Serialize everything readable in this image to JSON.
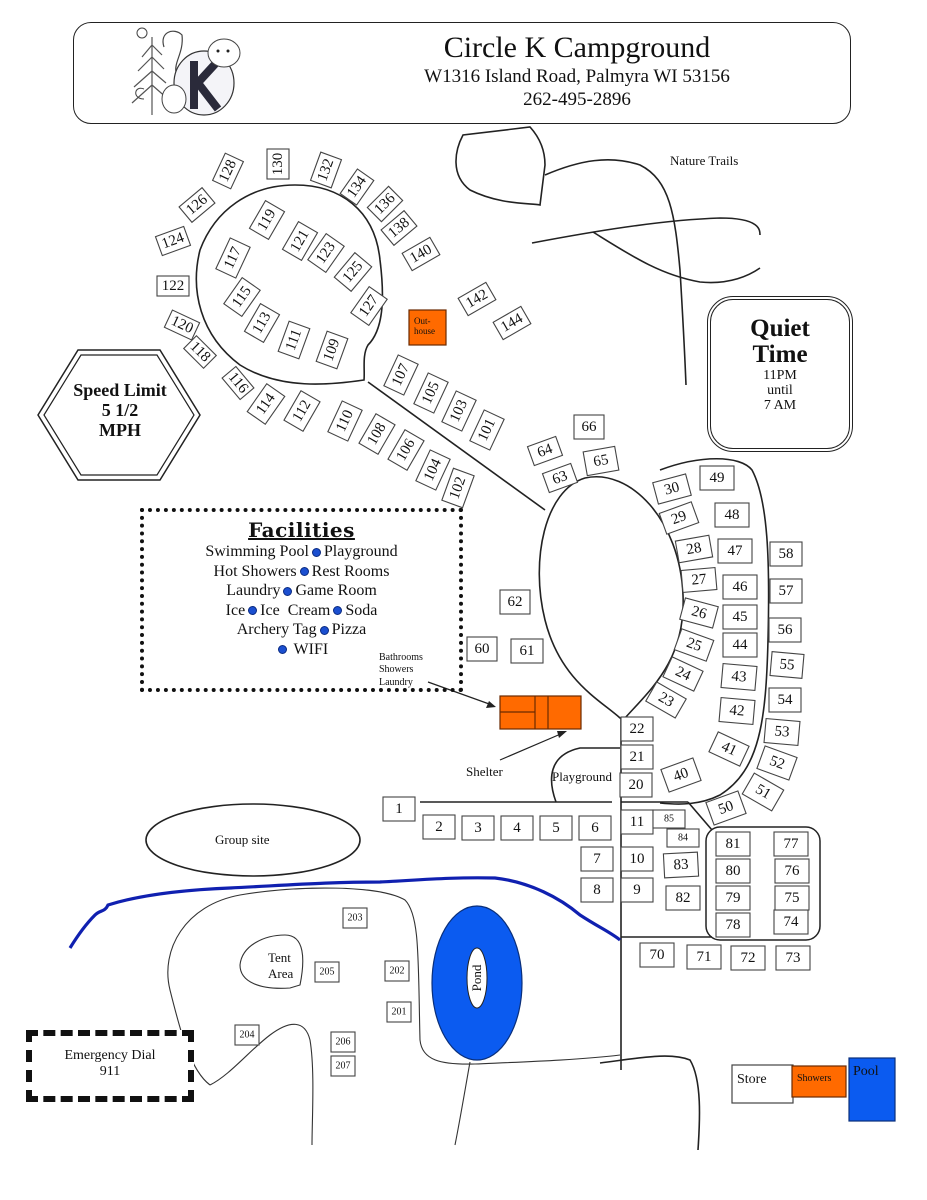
{
  "header": {
    "title": "Circle K Campground",
    "address": "W1316 Island Road, Palmyra WI 53156",
    "phone": "262-495-2896",
    "logo_icon": "circle-k-bear-moose-logo"
  },
  "speed_limit": {
    "line1": "Speed Limit",
    "line2": "5 1/2",
    "line3": "MPH"
  },
  "quiet_time": {
    "title_line1": "Quiet",
    "title_line2": "Time",
    "start": "11PM",
    "until": "until",
    "end": "7 AM"
  },
  "facilities": {
    "title": "Facilities",
    "rows": [
      [
        "Swimming Pool",
        "Playground"
      ],
      [
        "Hot Showers",
        "Rest Rooms"
      ],
      [
        "Laundry",
        "Game Room"
      ],
      [
        "Ice",
        "Ice  Cream",
        "Soda"
      ],
      [
        "Archery Tag",
        "Pizza"
      ],
      [
        "WIFI"
      ]
    ],
    "bullet_color": "#1b4fd0"
  },
  "labels": {
    "nature_trails": "Nature Trails",
    "outhouse": "Out-\nhouse",
    "outhouse_line1": "Out-",
    "outhouse_line2": "house",
    "bathrooms": "Bathrooms",
    "showers_lbl": "Showers",
    "laundry": "Laundry",
    "shelter": "Shelter",
    "playground": "Playground",
    "group_site": "Group site",
    "tent_area_line1": "Tent",
    "tent_area_line2": "Area",
    "pond": "Pond",
    "store": "Store",
    "showers_building": "Showers",
    "pool": "Pool",
    "emergency_line1": "Emergency Dial",
    "emergency_line2": "911"
  },
  "colors": {
    "building_orange": "#ff6a00",
    "water_blue": "#0b5bf0",
    "river_blue": "#1020b0"
  },
  "campsites": {
    "north_loop_outer": [
      "116",
      "118",
      "120",
      "122",
      "124",
      "126",
      "128",
      "130",
      "132",
      "134",
      "136",
      "138",
      "140"
    ],
    "north_loop_inner": [
      "109",
      "111",
      "113",
      "115",
      "117",
      "119",
      "121",
      "123",
      "125",
      "127"
    ],
    "north_extra": [
      "142",
      "144"
    ],
    "road_row_a": [
      "101",
      "103",
      "105",
      "107"
    ],
    "road_row_b": [
      "102",
      "104",
      "106",
      "108",
      "110",
      "112",
      "114"
    ],
    "central_loop_top": [
      "63",
      "64",
      "65",
      "66"
    ],
    "central_loop_left": [
      "60",
      "61",
      "62"
    ],
    "central_loop_inner": [
      "22",
      "23",
      "24",
      "25",
      "26",
      "27",
      "28",
      "29",
      "30"
    ],
    "central_loop_outer": [
      "40",
      "41",
      "42",
      "43",
      "44",
      "45",
      "46",
      "47",
      "48",
      "49"
    ],
    "east_row": [
      "50",
      "51",
      "52",
      "53",
      "54",
      "55",
      "56",
      "57",
      "58"
    ],
    "south_row": [
      "1",
      "2",
      "3",
      "4",
      "5",
      "6",
      "7",
      "8",
      "9",
      "10",
      "11",
      "20",
      "21"
    ],
    "south_small": [
      "82",
      "83",
      "84",
      "85"
    ],
    "pod": [
      "74",
      "75",
      "76",
      "77",
      "78",
      "79",
      "80",
      "81"
    ],
    "bottom_row": [
      "70",
      "71",
      "72",
      "73"
    ],
    "tent_sites": [
      "201",
      "202",
      "203",
      "204",
      "205",
      "206",
      "207"
    ]
  }
}
